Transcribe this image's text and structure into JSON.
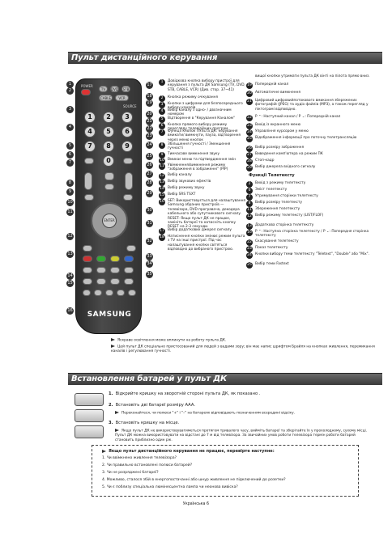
{
  "section1": {
    "title": "Пульт дистанційного керування"
  },
  "remote": {
    "brand": "SAMSUNG",
    "top_labels": [
      "POWER",
      "TV",
      "DVD",
      "STB",
      "CABLE",
      "VCR",
      "SOURCE"
    ],
    "numbers": [
      "1",
      "2",
      "3",
      "4",
      "5",
      "6",
      "7",
      "8",
      "9",
      "0"
    ],
    "enter_label": "ENTER",
    "callouts_left": [
      "1",
      "2",
      "3",
      "4",
      "5",
      "6",
      "7",
      "8",
      "9",
      "10",
      "11",
      "12",
      "13",
      "14",
      "15",
      "16"
    ],
    "callouts_right": [
      "17",
      "18",
      "19",
      "20",
      "21",
      "22",
      "23",
      "24",
      "25",
      "26",
      "27",
      "28",
      "29",
      "30",
      "31",
      "32",
      "33",
      "34",
      "35"
    ]
  },
  "col1": [
    {
      "n": "1",
      "text": "Довідкова кнопка вибору пристрої для керування з пульта ДК Samsung (TV, DVD, STB, CABLE, VCR) (Див. стор. 37~41)"
    },
    {
      "n": "2",
      "text": "Кнопка режиму очікування"
    },
    {
      "n": "3",
      "text": "Кнопки з цифрами для безпосереднього вибору каналів"
    },
    {
      "n": "4",
      "text": "Вибір каналу з одно- / двозначним номером"
    },
    {
      "n": "5",
      "text": "Відтворення в \"Керування Каналом\""
    },
    {
      "n": "6",
      "text": "Кнопка прямого вибору режиму перегляду телевізійних програм."
    },
    {
      "n": "7",
      "text": "Функції кнопок ПУльта ДК: керування вмикати/ вимкнути, пауза, відтворення через меню кнопок"
    },
    {
      "n": "8",
      "text": "Збільшення гучності / Зменшення гучності"
    },
    {
      "n": "9",
      "text": "Тимчасове вимкнення звуку"
    },
    {
      "n": "10",
      "text": "Вмикає меню та підтвердження змін"
    },
    {
      "n": "11",
      "text": "Увімкнення/вимкнення режиму \"зображення в зображенні\" (PIP)"
    },
    {
      "n": "12",
      "text": "Вибір каналу"
    },
    {
      "n": "13",
      "text": "Вибір звукових ефектів"
    },
    {
      "n": "14",
      "text": "Вибір режиму звуку"
    },
    {
      "n": "15",
      "text": "Вибір SRS TSXT"
    },
    {
      "n": "16",
      "text": "SET: Використовується для налаштування Samsung обраних пристроїв — телевізора, DVD програвача, декодера кабельного або супутникового сигналу. RESET: Якщо пульт ДК не працює, замініть батареї та натисніть кнопку RESET на 2-3 секунди."
    },
    {
      "n": "17",
      "text": "Вибір додаткових джерел сигналу"
    },
    {
      "n": "18",
      "text": "Натиснення кнопки змінює режим пульта з TV на інші пристрої. Під час налаштування кнопки світяться відповідно до вибраного пристрою."
    }
  ],
  "col2": [
    {
      "n": "",
      "text": "вищої кнопки утримати пульта ДК вінті на пілота прямо вниз."
    },
    {
      "n": "19",
      "text": "Попередній канал"
    },
    {
      "n": "20",
      "text": "Автоматичне вимкнення"
    },
    {
      "n": "21",
      "text": "Цифровий цифровийпотокового вмикання збережених фотографій (JPEG) та аудіо файлів (MP3), а також перегляд у піктограмі відповідно."
    },
    {
      "n": "22",
      "text": "P ⌃: Наступний канал / P ⌄: Попередній канал"
    },
    {
      "n": "23",
      "text": "Вихід із екранного меню"
    },
    {
      "n": "24",
      "text": "Управління курсором у меню"
    },
    {
      "n": "25",
      "text": "Відображення інформації про поточну телетрансляцію"
    },
    {
      "n": "26",
      "text": "Вибір розміру зображення"
    },
    {
      "n": "27",
      "text": "Виведення комп'ютера на режим ПК"
    },
    {
      "n": "28",
      "text": "Стоп-кадр"
    },
    {
      "n": "29",
      "text": "Вибір джерела вхідного сигналу"
    }
  ],
  "teletext": {
    "title": "Функції Телетексту",
    "items": [
      {
        "n": "2",
        "text": "Вихід з режиму телетексту"
      },
      {
        "n": "6",
        "text": "Зміст телетексту"
      },
      {
        "n": "7",
        "text": "Утримування сторінки телетексту"
      },
      {
        "n": "8",
        "text": "Вибір розміру телетексту"
      },
      {
        "n": "11",
        "text": "Збереження телетексту"
      },
      {
        "n": "12",
        "text": "Вибір режиму телетексту (LIST/FLOF)"
      },
      {
        "n": "13",
        "text": "Додаткова сторінка телетексту"
      },
      {
        "n": "16",
        "text": "P ⌃: Наступна сторінка телетексту / P ⌄: Попередня сторінка телетексту"
      },
      {
        "n": "22",
        "text": "Скасування телетексту"
      },
      {
        "n": "23",
        "text": "Показ телетексту"
      },
      {
        "n": "24",
        "text": "Кнопки вибору теми телетексту \"Teletext\", \"Double\" або \"Mix\"."
      },
      {
        "n": "25",
        "text": "Вибір теми Fastext"
      }
    ]
  },
  "notes1": [
    "Яскраве освітлення може вплинути на роботу пульта ДК.",
    "Цей пульт ДК спеціально пристосований для людей з вадами зору; він має напис шрифтом Брайля на кнопках живлення, перемикання каналів і регулювання гучності."
  ],
  "section2": {
    "title": "Встановлення батарей у пульт ДК"
  },
  "steps": [
    {
      "n": "1.",
      "text": "Відкрийте кришку на зворотній стороні пульта ДК, як показано ."
    },
    {
      "n": "2.",
      "text": "Встановіть дві батареї розміру AAA."
    },
    {
      "n": "3.",
      "text": "Встановіть кришку на місце."
    }
  ],
  "step_notes": [
    "Переконайтеся, чи полюси \"+\" і \"–\" на батареях відповідають позначенням всередині відсіку.",
    "Якщо пульт ДК не використовуватиметься протягом тривалого часу, вийміть батареї та зберігайте їх у прохолодному, сухому місці. Пульт ДК можна використовувати на відстані до 7 м від телевізора. За звичайних умов роботи телевізора термін роботи батарей становить приблизно один рік."
  ],
  "check": {
    "title": "Якщо пульт дистанційного керування не працює, перевірте наступне:",
    "questions": [
      "1. Чи ввімкнено живлення телевізора?",
      "2. Чи правильно встановлені полюси батарей?",
      "3. Чи не розряджені батареї?",
      "4. Можливо, сталося збій в енергопостачанні або шнур живлення не підключений до розетки?",
      "5. Чи є поблизу спеціальна люмінесцентна лампа чи неонова вивіска?"
    ]
  },
  "footer": "Українська 6"
}
